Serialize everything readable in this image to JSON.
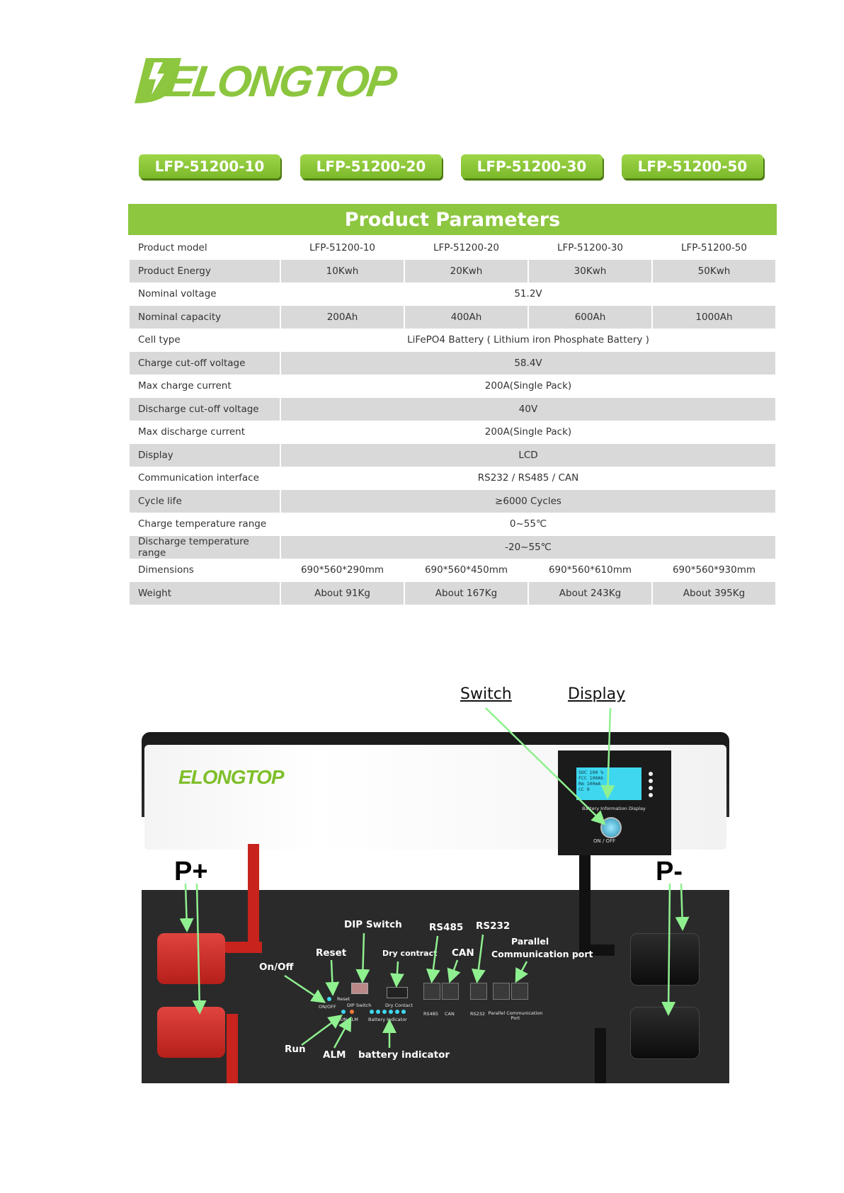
{
  "brand": {
    "logo_text": "ELONGTOP",
    "colors": {
      "accent": "#8dc63f",
      "button_shadow": "#4c7a12",
      "row_shade": "#d9d9d9"
    }
  },
  "models": [
    "LFP-51200-10",
    "LFP-51200-20",
    "LFP-51200-30",
    "LFP-51200-50"
  ],
  "parameters": {
    "title": "Product Parameters",
    "rows": [
      {
        "label": "Product model",
        "values": [
          "LFP-51200-10",
          "LFP-51200-20",
          "LFP-51200-30",
          "LFP-51200-50"
        ]
      },
      {
        "label": "Product Energy",
        "values": [
          "10Kwh",
          "20Kwh",
          "30Kwh",
          "50Kwh"
        ]
      },
      {
        "label": "Nominal voltage",
        "value": "51.2V"
      },
      {
        "label": "Nominal capacity",
        "values": [
          "200Ah",
          "400Ah",
          "600Ah",
          "1000Ah"
        ]
      },
      {
        "label": "Cell type",
        "value": "LiFePO4 Battery ( Lithium iron Phosphate Battery )"
      },
      {
        "label": "Charge cut-off voltage",
        "value": "58.4V"
      },
      {
        "label": "Max charge current",
        "value": "200A(Single Pack)"
      },
      {
        "label": "Discharge cut-off voltage",
        "value": "40V"
      },
      {
        "label": "Max discharge current",
        "value": "200A(Single Pack)"
      },
      {
        "label": "Display",
        "value": "LCD"
      },
      {
        "label": "Communication interface",
        "value": "RS232 / RS485 / CAN"
      },
      {
        "label": "Cycle life",
        "value": "≥6000 Cycles"
      },
      {
        "label": "Charge temperature range",
        "value": "0~55℃"
      },
      {
        "label": "Discharge temperature range",
        "value": "-20~55℃"
      },
      {
        "label": "Dimensions",
        "values": [
          "690*560*290mm",
          "690*560*450mm",
          "690*560*610mm",
          "690*560*930mm"
        ]
      },
      {
        "label": "Weight",
        "values": [
          "About 91Kg",
          "About 167Kg",
          "About 243Kg",
          "About 395Kg"
        ]
      }
    ]
  },
  "diagram": {
    "top_labels": {
      "switch": "Switch",
      "display": "Display"
    },
    "terminals": {
      "positive": "P+",
      "negative": "P-"
    },
    "lcd_lines": [
      "SOC 100 %",
      "FCC 100Ah",
      "Rm 100mA",
      "CC 0"
    ],
    "front_text": {
      "onoff": "ON / OFF",
      "display_caption": "Battery Information Display"
    },
    "callouts": {
      "dip_switch": "DIP Switch",
      "rs485": "RS485",
      "rs232": "RS232",
      "reset": "Reset",
      "dry_contract": "Dry contract",
      "can": "CAN",
      "parallel": "Parallel",
      "communication_port": "Communication port",
      "on_off": "On/Off",
      "run": "Run",
      "alm": "ALM",
      "battery_indicator": "battery indicator"
    },
    "panel_labels": {
      "reset": "Reset",
      "on_off": "ON/OFF",
      "dip_switch": "DIP Switch",
      "dry_contact": "Dry Contact",
      "run_alm": "RUN ALM",
      "battery_indicator": "Battery Indicator",
      "rs485": "RS485",
      "can": "CAN",
      "rs232": "RS232",
      "parallel_port": "Parallel Communication Port"
    }
  }
}
